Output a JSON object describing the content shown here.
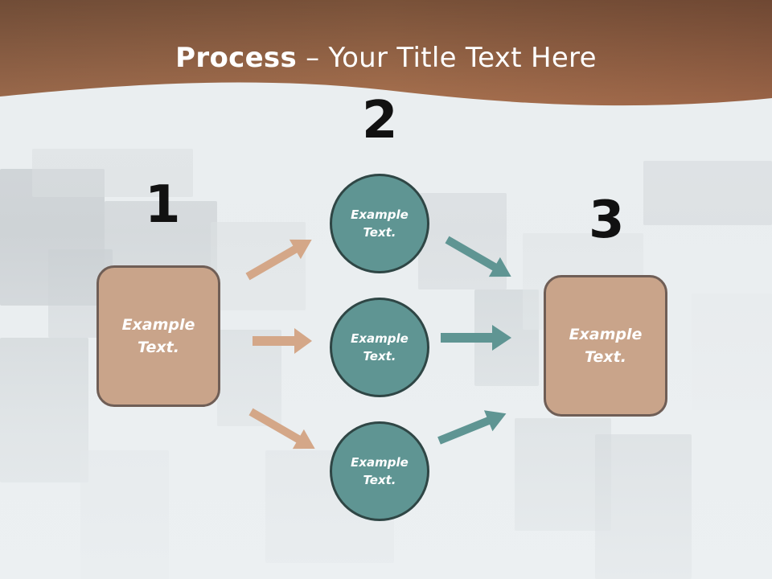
{
  "slide": {
    "title_bold": "Process",
    "title_rest": " – Your Title Text Here"
  },
  "steps": [
    {
      "number": "1",
      "box_line1": "Example",
      "box_line2": "Text."
    },
    {
      "number": "2",
      "circles": [
        {
          "line1": "Example",
          "line2": "Text."
        },
        {
          "line1": "Example",
          "line2": "Text."
        },
        {
          "line1": "Example",
          "line2": "Text."
        }
      ]
    },
    {
      "number": "3",
      "box_line1": "Example",
      "box_line2": "Text."
    }
  ],
  "colors": {
    "header_brown": "#a9714f",
    "box_tan": "#c9a48a",
    "box_border": "#6f5e56",
    "circle_teal": "#5f9593",
    "circle_border": "#2f4645",
    "arrow_tan": "#d4a788",
    "arrow_teal": "#5f9593"
  }
}
